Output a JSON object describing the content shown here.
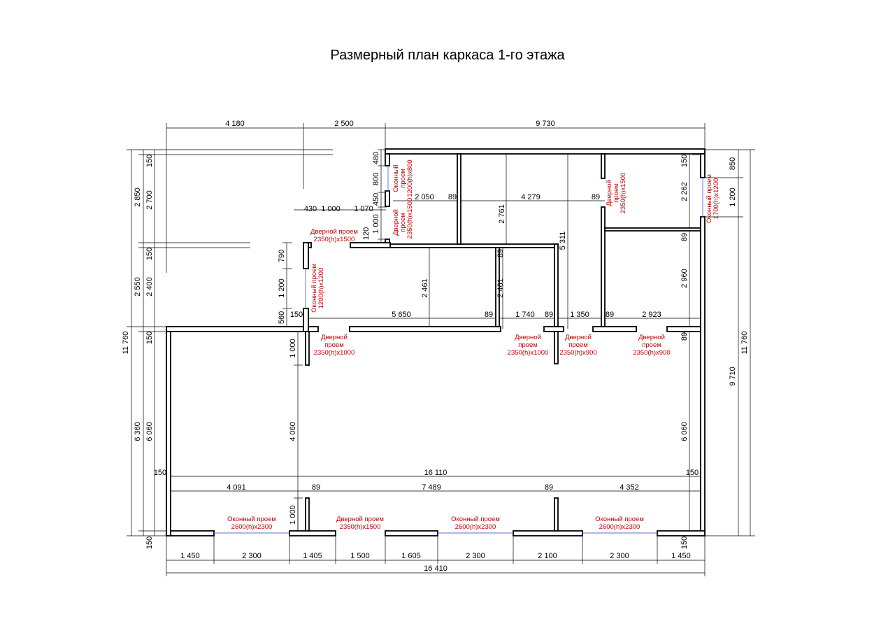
{
  "title": "Размерный план каркаса 1-го этажа",
  "dimensions": {
    "top": [
      "4 180",
      "2 500",
      "9 730"
    ],
    "bottom_segments": [
      "1 450",
      "2 300",
      "1 405",
      "1 500",
      "1 605",
      "2 300",
      "2 100",
      "2 300",
      "1 450"
    ],
    "bottom_total": "16 410",
    "left_outer": [
      "2 850",
      "2 550",
      "6 360"
    ],
    "left_total": "11 760",
    "left_inner": [
      "150",
      "2 700",
      "150",
      "2 400",
      "150",
      "6 060",
      "150"
    ],
    "right_total": "11 760",
    "right_outer": [
      "850",
      "1 200",
      "9 710"
    ],
    "right_inner": [
      "150",
      "2 262",
      "89",
      "2 960",
      "89",
      "6 060",
      "150"
    ],
    "internal": {
      "d_430": "430",
      "d_1000a": "1 000",
      "d_1070": "1 070",
      "d_1000b": "1 000",
      "d_120": "120",
      "d_480": "480",
      "d_800": "800",
      "d_450": "450",
      "d_2050": "2 050",
      "d_89a": "89",
      "d_4279": "4 279",
      "d_89b": "89",
      "d_2761": "2 761",
      "d_5311": "5 311",
      "d_89c": "89",
      "d_2461a": "2 461",
      "d_2461b": "2 461",
      "d_790": "790",
      "d_1200": "1 200",
      "d_560": "560",
      "d_150": "150",
      "d_5650": "5 650",
      "d_89d": "89",
      "d_1740": "1 740",
      "d_89e": "89",
      "d_1350": "1 350",
      "d_89f": "89",
      "d_2923": "2 923",
      "d_1000c": "1 000",
      "d_4060": "4 060",
      "d_16110": "16 110",
      "d_150l": "150",
      "d_150r": "150",
      "d_4091": "4 091",
      "d_89g": "89",
      "d_7489": "7 489",
      "d_89h": "89",
      "d_4352": "4 352",
      "d_1000d": "1 000"
    }
  },
  "openings": {
    "door_top_left": [
      "Дверной проем",
      "2350(h)x1500"
    ],
    "window_west": [
      "Оконный проем",
      "1200(h)x1200"
    ],
    "window_north": [
      "Оконный",
      "проем",
      "1200(h)x800"
    ],
    "door_north": [
      "Дверной",
      "проем",
      "2350(h)x1500"
    ],
    "door_east_room": [
      "Дверной",
      "проем",
      "2350(h)x1500"
    ],
    "window_east": [
      "Оконный проем",
      "1700(h)x1200"
    ],
    "door_1": [
      "Дверной",
      "проем",
      "2350(h)x1000"
    ],
    "door_2": [
      "Дверной",
      "проем",
      "2350(h)x1000"
    ],
    "door_3": [
      "Дверной",
      "проем",
      "2350(h)x900"
    ],
    "door_4": [
      "Дверной",
      "проем",
      "2350(h)x900"
    ],
    "bottom_window_1": [
      "Оконный проем",
      "2600(h)x2300"
    ],
    "bottom_door": [
      "Дверной проем",
      "2350(h)x1500"
    ],
    "bottom_window_2": [
      "Оконный проем",
      "2600(h)x2300"
    ],
    "bottom_window_3": [
      "Оконный проем",
      "2600(h)x2300"
    ]
  }
}
